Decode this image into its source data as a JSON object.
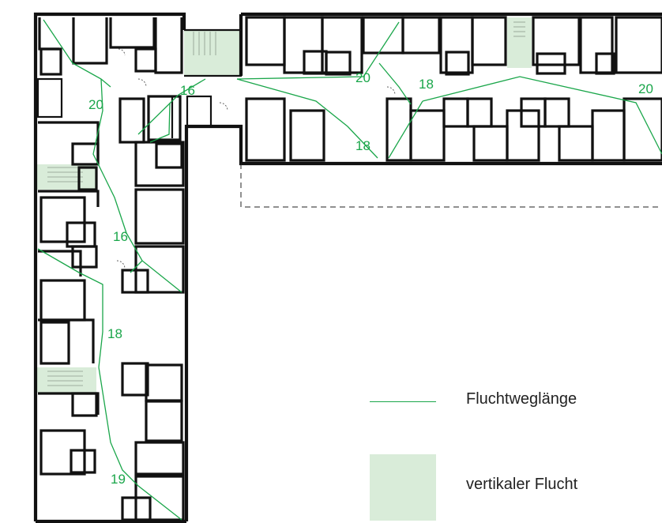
{
  "plan": {
    "route_labels": [
      {
        "id": "left-top",
        "text": "20"
      },
      {
        "id": "junction-top",
        "text": "16"
      },
      {
        "id": "upper-mid-a",
        "text": "20"
      },
      {
        "id": "upper-mid-b",
        "text": "18"
      },
      {
        "id": "upper-right",
        "text": "20"
      },
      {
        "id": "upper-lower",
        "text": "18"
      },
      {
        "id": "left-mid",
        "text": "16"
      },
      {
        "id": "left-lower",
        "text": "18"
      },
      {
        "id": "left-bottom",
        "text": "19"
      }
    ],
    "colors": {
      "route": "#1aa64a",
      "stair_fill": "#d9ecd9",
      "wall": "#111111"
    }
  },
  "legend": {
    "route_label": "Fluchtweglänge",
    "stair_label": "vertikaler Flucht"
  }
}
